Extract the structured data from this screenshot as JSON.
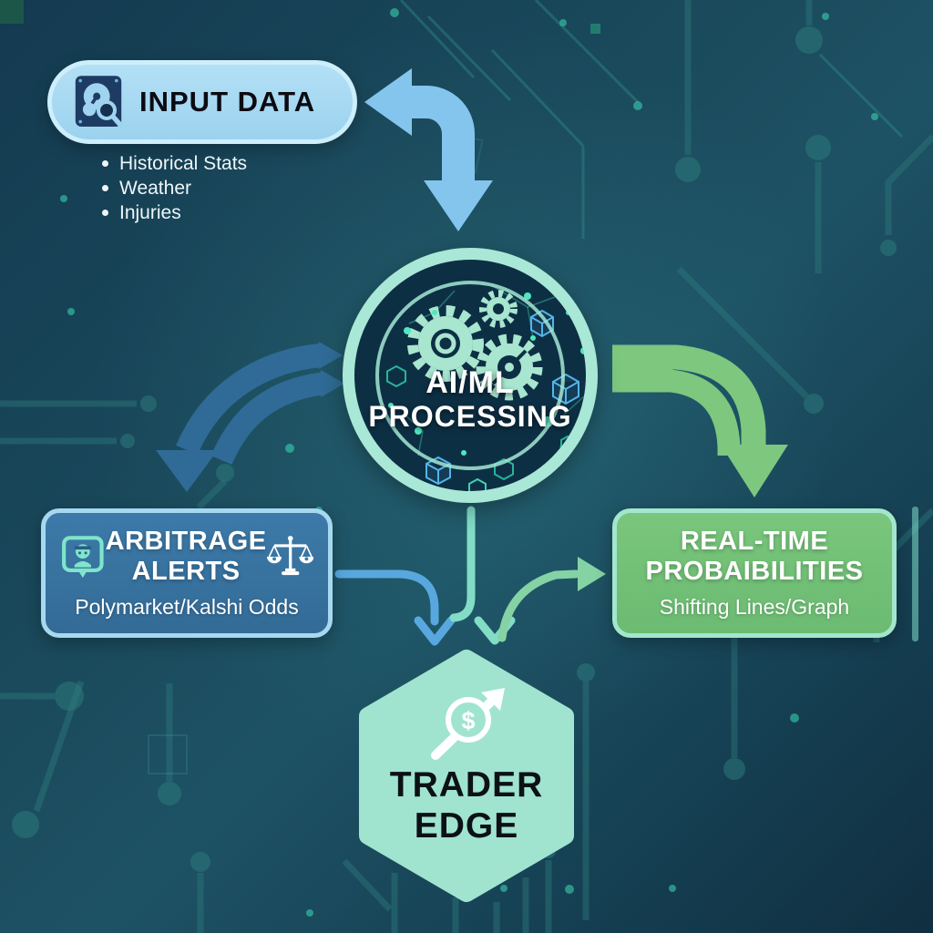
{
  "diagram": {
    "title": "AI/ML sports-trading data flow infographic",
    "nodes": {
      "input_data": {
        "label": "INPUT DATA",
        "icon": "database-search-icon",
        "bullets": [
          "Historical Stats",
          "Weather",
          "Injuries"
        ]
      },
      "processing": {
        "line1": "AI/ML",
        "line2": "PROCESSING",
        "icon": "gears-icon"
      },
      "arbitrage": {
        "line1": "ARBITRAGE",
        "line2": "ALERTS",
        "subtitle": "Polymarket/Kalshi Odds",
        "icon_left": "agent-chip-icon",
        "icon_right": "scales-icon"
      },
      "probabilities": {
        "line1": "REAL-TIME",
        "line2": "PROBAIBILITIES",
        "subtitle": "Shifting Lines/Graph"
      },
      "trader_edge": {
        "line1": "TRADER",
        "line2": "EDGE",
        "icon": "dollar-trend-icon",
        "icon_glyph": "$"
      }
    },
    "connections": [
      "input-data to processing (light-blue elbow arrow, double-headed)",
      "processing to arbitrage-alerts (steel-blue double curved arrow)",
      "processing to real-time-probabilities (green double curved arrow)",
      "processing down toward trader-edge (mint line)",
      "arbitrage-alerts to trader-edge (thin blue elbow arrow)",
      "trader-edge area to real-time-probabilities (thin green curved arrow)"
    ],
    "colors": {
      "background_dark": "#143a50",
      "background_mid": "#1d5264",
      "circuit_trace": "#2e7d7d",
      "input_fill": "#a8d9f2",
      "input_border": "#cdeefb",
      "blue_arrow": "#84c5ee",
      "steel_arrow": "#2f6b96",
      "green_arrow": "#7dc77f",
      "thin_blue_arrow": "#58a8df",
      "thin_mint_arrow": "#82dcc6",
      "thin_green_arrow": "#85d2a4",
      "ring_mint": "#a9e8d6",
      "circle_interior": "#0d2f44",
      "arbitrage_fill": "#38729f",
      "arbitrage_border": "#a6d8f0",
      "probabilities_fill": "#74c177",
      "probabilities_border": "#a3e6cd",
      "hexagon_fill": "#a0e4d0",
      "heading_dark": "#0b0b12",
      "text_white": "#ffffff"
    }
  }
}
